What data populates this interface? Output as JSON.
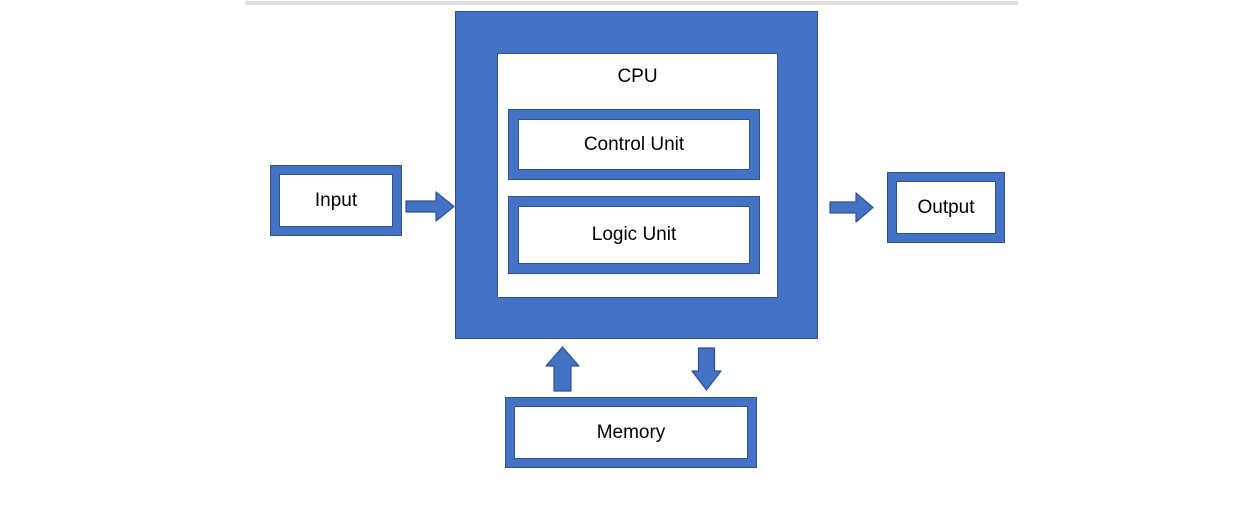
{
  "diagram": {
    "nodes": {
      "input": {
        "label": "Input"
      },
      "cpu": {
        "label": "CPU"
      },
      "control_unit": {
        "label": "Control Unit"
      },
      "logic_unit": {
        "label": "Logic Unit"
      },
      "output": {
        "label": "Output"
      },
      "memory": {
        "label": "Memory"
      }
    },
    "connections": [
      {
        "from": "Input",
        "to": "CPU",
        "style": "block-arrow-right"
      },
      {
        "from": "CPU",
        "to": "Output",
        "style": "block-arrow-right"
      },
      {
        "from": "Memory",
        "to": "CPU",
        "style": "block-arrow-up"
      },
      {
        "from": "CPU",
        "to": "Memory",
        "style": "block-arrow-down"
      }
    ],
    "colors": {
      "fill": "#4472C4",
      "outline": "#2F528F",
      "text": "#000000",
      "page_edge": "#E0E0E0",
      "background": "#FFFFFF"
    }
  }
}
